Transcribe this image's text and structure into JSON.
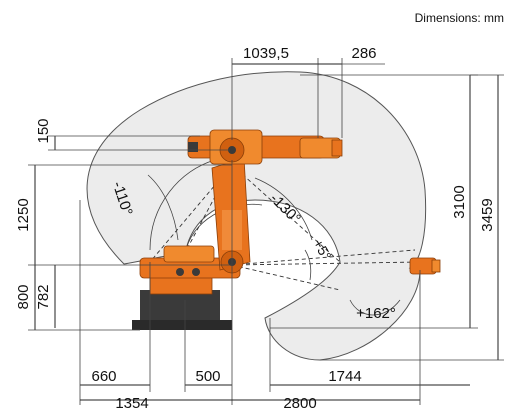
{
  "header": {
    "units_note": "Dimensions: mm"
  },
  "dimensions": {
    "top_1": "1039,5",
    "top_2": "286",
    "left_1": "150",
    "left_2": "1250",
    "left_3": "800",
    "left_4": "782",
    "right_1": "3100",
    "right_2": "3459",
    "bottom_1": "660",
    "bottom_2": "500",
    "bottom_3": "1744",
    "bottom_4": "1354",
    "bottom_5": "2800"
  },
  "angles": {
    "a1": "-110°",
    "a2": "-130°",
    "a3": "+5°",
    "a4": "+162°"
  },
  "colors": {
    "robot_orange": "#e8731e",
    "robot_dark": "#3a3a3a",
    "envelope_fill": "#ececec",
    "envelope_stroke": "#555555"
  }
}
